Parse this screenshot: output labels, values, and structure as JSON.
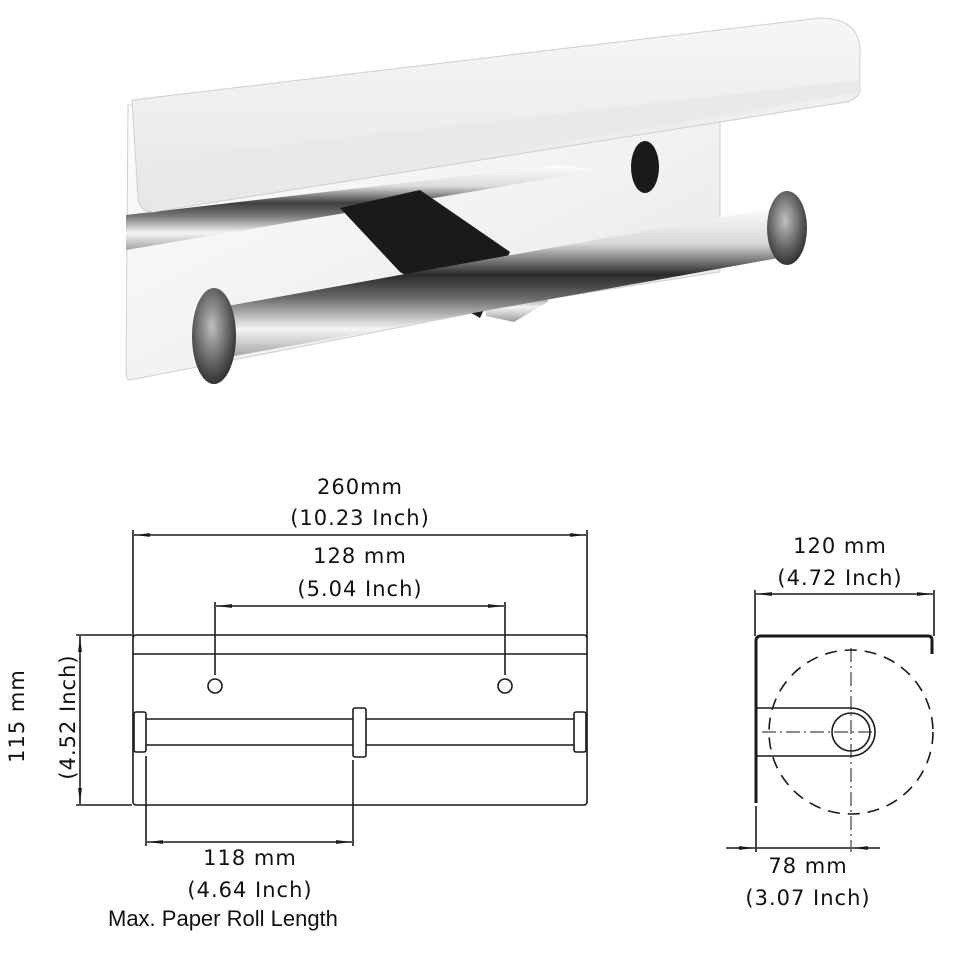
{
  "product_photo": {
    "description": "Stainless steel double toilet paper holder with top shelf",
    "icon": "toilet-paper-holder-icon"
  },
  "front_view": {
    "total_width": {
      "mm": "260mm",
      "inch": "(10.23 Inch)"
    },
    "hole_spacing": {
      "mm": "128 mm",
      "inch": "(5.04 Inch)"
    },
    "height": {
      "mm": "115 mm",
      "inch": "(4.52 Inch)"
    },
    "roll_length": {
      "mm": "118 mm",
      "inch": "(4.64 Inch)",
      "caption": "Max. Paper Roll Length"
    }
  },
  "side_view": {
    "depth": {
      "mm": "120 mm",
      "inch": "(4.72 Inch)"
    },
    "rod_offset": {
      "mm": "78 mm",
      "inch": "(3.07 Inch)"
    }
  },
  "colors": {
    "line": "#1a1a1a",
    "background": "#ffffff",
    "steel_light": "#f2f2f2",
    "steel_dark": "#1c1c1c"
  }
}
